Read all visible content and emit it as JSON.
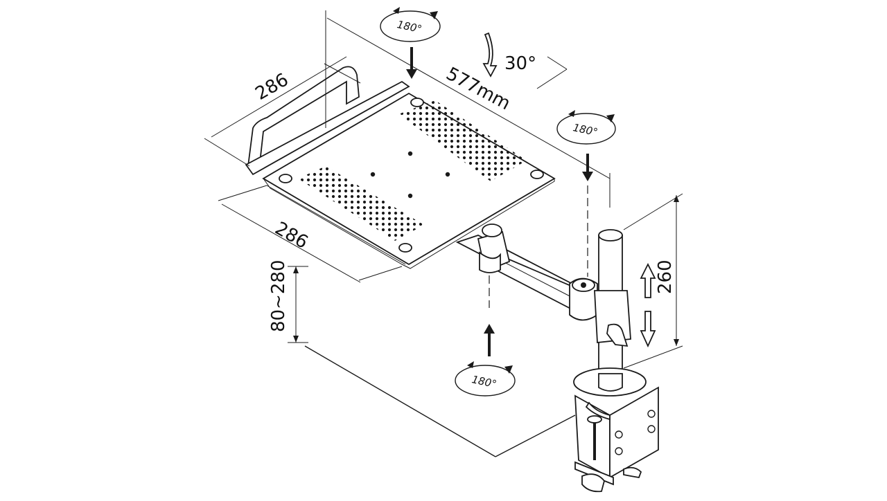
{
  "diagram": {
    "dimensions": {
      "tray_depth": "286",
      "tray_width": "286",
      "arm_length": "577mm",
      "tilt_angle": "30°",
      "pole_height": "260",
      "height_range": "80~280"
    },
    "rotation_labels": {
      "top": "180°",
      "right": "180°",
      "bottom": "180°"
    },
    "colors": {
      "line": "#1a1a1a",
      "background": "#ffffff"
    }
  }
}
